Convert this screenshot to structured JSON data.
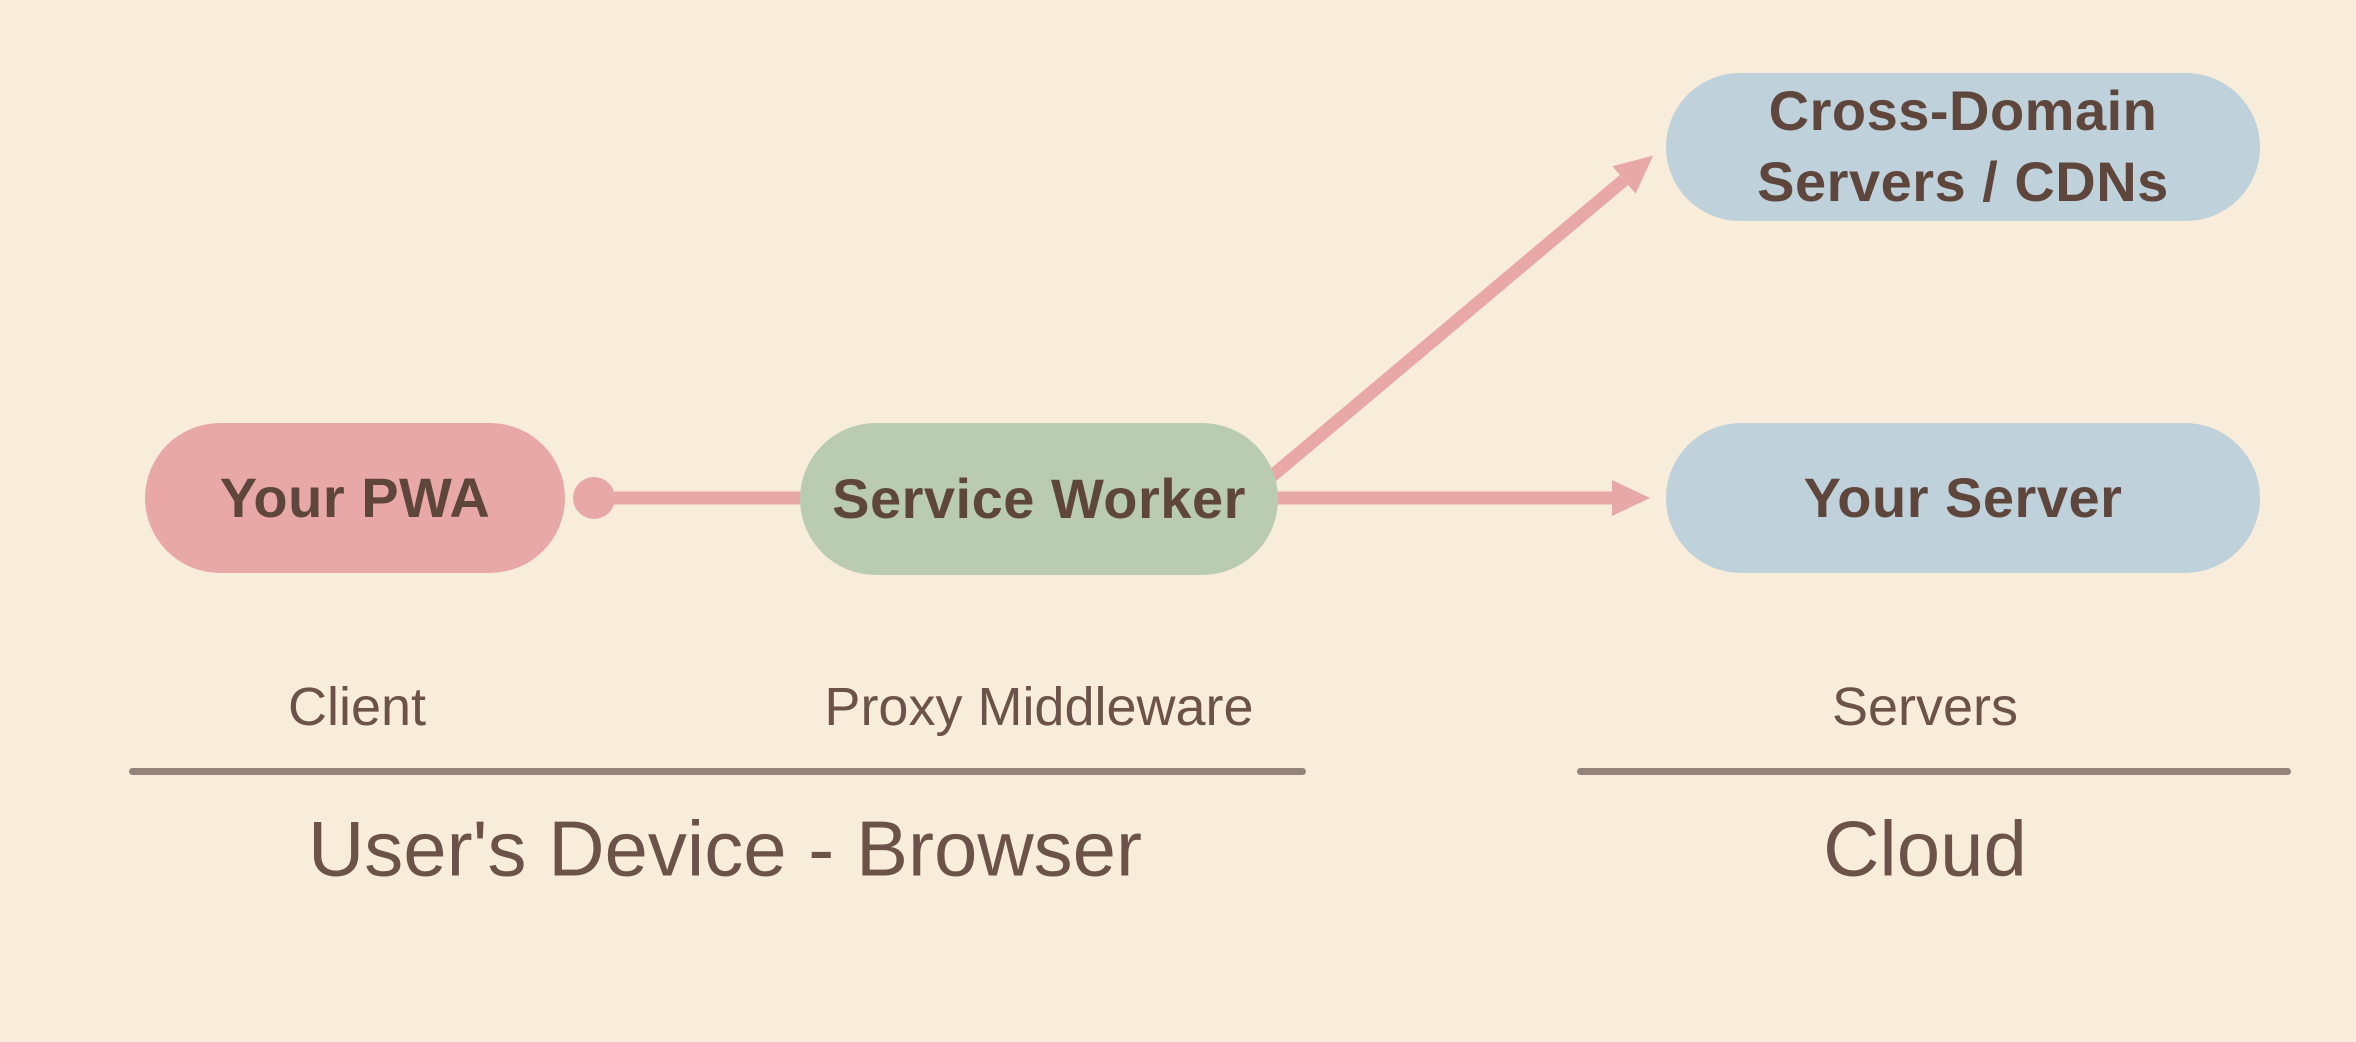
{
  "diagram": {
    "title": "PWA Service Worker proxy architecture",
    "nodes": [
      {
        "id": "your-pwa",
        "label": "Your PWA",
        "color": "#e9a8a8"
      },
      {
        "id": "service-worker",
        "label": "Service Worker",
        "color": "#b9ccb1"
      },
      {
        "id": "cross-domain",
        "label": "Cross-Domain Servers / CDNs",
        "label_lines": [
          "Cross-Domain",
          "Servers / CDNs"
        ],
        "color": "#bfd1da"
      },
      {
        "id": "your-server",
        "label": "Your Server",
        "color": "#bfd1da"
      }
    ],
    "edges": [
      {
        "from": "Your PWA",
        "to": "Service Worker",
        "style": "line-with-dot",
        "color": "#e9a8a8"
      },
      {
        "from": "Service Worker",
        "to": "Cross-Domain Servers / CDNs",
        "style": "arrow",
        "color": "#e9a8a8"
      },
      {
        "from": "Service Worker",
        "to": "Your Server",
        "style": "arrow",
        "color": "#e9a8a8"
      }
    ],
    "roles": [
      {
        "id": "client",
        "label": "Client"
      },
      {
        "id": "proxy-middleware",
        "label": "Proxy Middleware"
      },
      {
        "id": "servers",
        "label": "Servers"
      }
    ],
    "zones": [
      {
        "id": "users-device-browser",
        "label": "User's Device - Browser"
      },
      {
        "id": "cloud",
        "label": "Cloud"
      }
    ],
    "colors": {
      "background": "#f8edda",
      "pink": "#e9a8a8",
      "green": "#b9ccb1",
      "blue": "#bfd1da",
      "node_text": "#5e463d",
      "label_text": "#6b5349",
      "divider": "#95837b"
    }
  }
}
